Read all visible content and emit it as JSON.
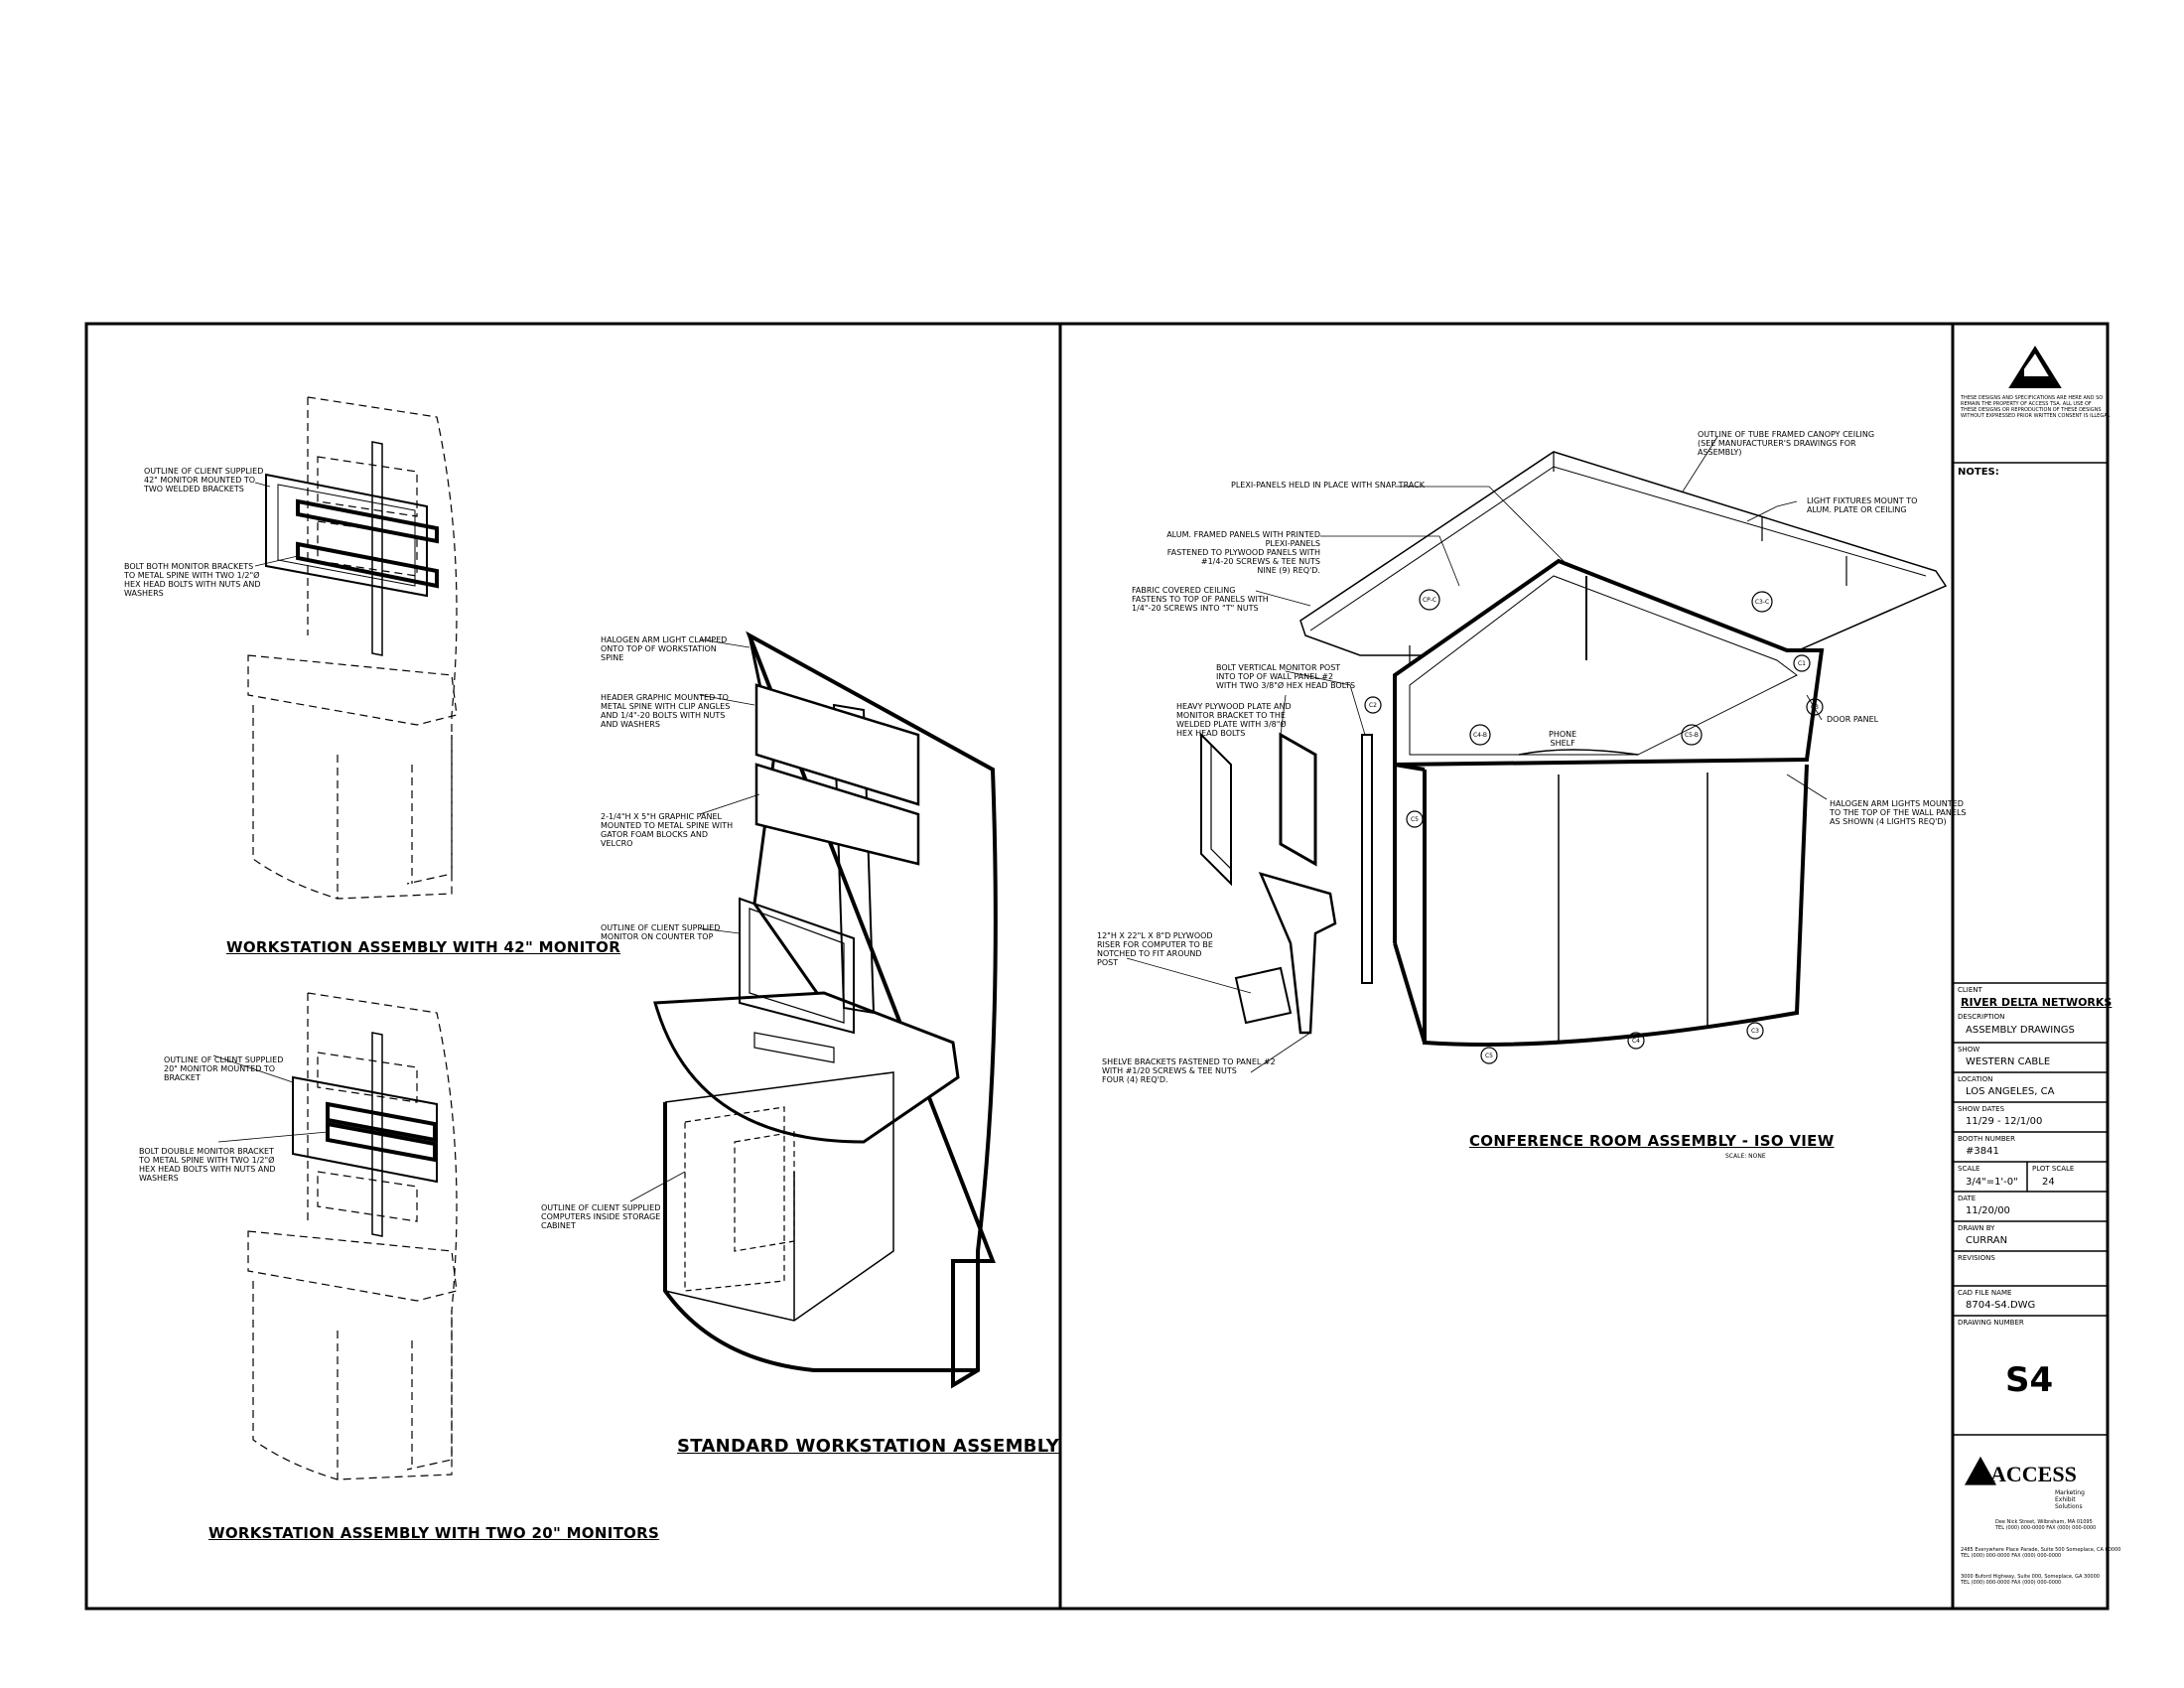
{
  "panel_left": {
    "monitor42_labels": {
      "outline": "OUTLINE OF CLIENT SUPPLIED\n42\" MONITOR MOUNTED TO\nTWO WELDED BRACKETS",
      "bolt": "BOLT BOTH MONITOR BRACKETS\nTO METAL SPINE WITH TWO 1/2\"Ø\nHEX HEAD BOLTS WITH NUTS AND\nWASHERS"
    },
    "monitor42_title": "WORKSTATION ASSEMBLY WITH 42\" MONITOR",
    "monitor20_labels": {
      "outline": "OUTLINE OF CLIENT SUPPLIED\n20\" MONITOR MOUNTED TO\nBRACKET",
      "bolt": "BOLT DOUBLE MONITOR BRACKET\nTO METAL SPINE WITH TWO 1/2\"Ø\nHEX HEAD BOLTS WITH NUTS AND\nWASHERS"
    },
    "monitor20_title": "WORKSTATION ASSEMBLY WITH TWO 20\" MONITORS",
    "standard_labels": {
      "halogen": "HALOGEN ARM LIGHT CLAMPED\nONTO TOP OF WORKSTATION\nSPINE",
      "header": "HEADER GRAPHIC MOUNTED TO\nMETAL SPINE WITH CLIP ANGLES\nAND 1/4\"-20 BOLTS WITH NUTS\nAND WASHERS",
      "graphic": "2-1/4\"H X 5\"H GRAPHIC PANEL\nMOUNTED TO METAL SPINE WITH\nGATOR FOAM BLOCKS AND\nVELCRO",
      "monitor": "OUTLINE OF CLIENT SUPPLIED\nMONITOR ON COUNTER TOP",
      "computer": "OUTLINE OF CLIENT SUPPLIED\nCOMPUTERS INSIDE STORAGE\nCABINET"
    },
    "standard_title": "STANDARD WORKSTATION ASSEMBLY"
  },
  "panel_right": {
    "labels": {
      "canopy": "OUTLINE OF TUBE FRAMED CANOPY CEILING\n(SEE MANUFACTURER'S DRAWINGS FOR\nASSEMBLY)",
      "plexi": "PLEXI-PANELS HELD IN PLACE WITH SNAP TRACK",
      "alum": "ALUM. FRAMED PANELS WITH PRINTED PLEXI-PANELS\nFASTENED TO PLYWOOD PANELS WITH\n#1/4-20 SCREWS & TEE NUTS\nNINE (9) REQ'D.",
      "light": "LIGHT FIXTURES MOUNT TO\nALUM. PLATE OR CEILING",
      "fabric": "FABRIC COVERED CEILING\nFASTENS TO TOP OF PANELS WITH\n1/4\"-20 SCREWS INTO \"T\" NUTS",
      "bolt_post": "BOLT VERTICAL MONITOR POST\nINTO TOP OF WALL PANEL #2\nWITH TWO 3/8\"Ø HEX HEAD BOLTS",
      "heavy": "HEAVY PLYWOOD PLATE AND\nMONITOR BRACKET TO THE\nWELDED PLATE WITH 3/8\"Ø\nHEX HEAD BOLTS",
      "door": "DOOR PANEL",
      "halogen": "HALOGEN ARM LIGHTS MOUNTED\nTO THE TOP OF THE WALL PANELS\nAS SHOWN (4 LIGHTS REQ'D)",
      "riser": "12\"H X 22\"L X 8\"D PLYWOOD\nRISER FOR COMPUTER TO BE\nNOTCHED TO FIT AROUND\nPOST",
      "shelf_brackets": "SHELVE BRACKETS FASTENED TO PANEL #2\nWITH #1/20 SCREWS & TEE NUTS\nFOUR (4) REQ'D.",
      "shelf": "PHONE\nSHELF"
    },
    "tags": [
      "CP-C",
      "C3-C",
      "C1",
      "C4-B",
      "C5-B",
      "C3",
      "C2",
      "C5",
      "C5",
      "C4",
      "C3",
      "C1"
    ],
    "title": "CONFERENCE ROOM ASSEMBLY - ISO VIEW",
    "scale_note": "SCALE: NONE"
  },
  "title_block": {
    "disclaimer": "THESE DESIGNS AND SPECIFICATIONS ARE HERE AND SO\nREMAIN THE PROPERTY OF ACCESS TSA. ALL USE OF\nTHESE DESIGNS OR REPRODUCTION OF THESE DESIGNS\nWITHOUT EXPRESSED PRIOR WRITTEN CONSENT IS ILLEGAL",
    "notes_label": "NOTES:",
    "client_label": "CLIENT",
    "client": "RIVER DELTA NETWORKS",
    "description_label": "DESCRIPTION",
    "description": "ASSEMBLY DRAWINGS",
    "show_label": "SHOW",
    "show": "WESTERN CABLE",
    "location_label": "LOCATION",
    "location": "LOS ANGELES, CA",
    "show_dates_label": "SHOW DATES",
    "show_dates": "11/29 - 12/1/00",
    "booth_label": "BOOTH NUMBER",
    "booth": "#3841",
    "scale_label": "SCALE",
    "scale": "3/4\"=1'-0\"",
    "plot_scale_label": "PLOT SCALE",
    "plot_scale": "24",
    "date_label": "DATE",
    "date": "11/20/00",
    "drawn_by_label": "DRAWN BY",
    "drawn_by": "CURRAN",
    "revisions_label": "REVISIONS",
    "cad_label": "CAD FILE NAME",
    "cad": "8704-S4.DWG",
    "drawing_number_label": "DRAWING NUMBER",
    "drawing_number": "S4",
    "logo_text": "ACCESS",
    "logo_tagline": "Marketing\nExhibit\nSolutions",
    "addresses": [
      "Dee Nick Street, Wilbraham, MA 01095\nTEL (000) 000-0000  FAX (000) 000-0000",
      "2485 Everywhere Place Parade, Suite 500 Someplace, CA 00000\nTEL (000) 000-0000          FAX (000) 000-0000",
      "3000 Buford Highway, Suite 000, Someplace, GA 30000\nTEL (000) 000-0000          FAX (000) 000-0000"
    ]
  },
  "colors": {
    "line": "#000000",
    "paper": "#ffffff"
  }
}
